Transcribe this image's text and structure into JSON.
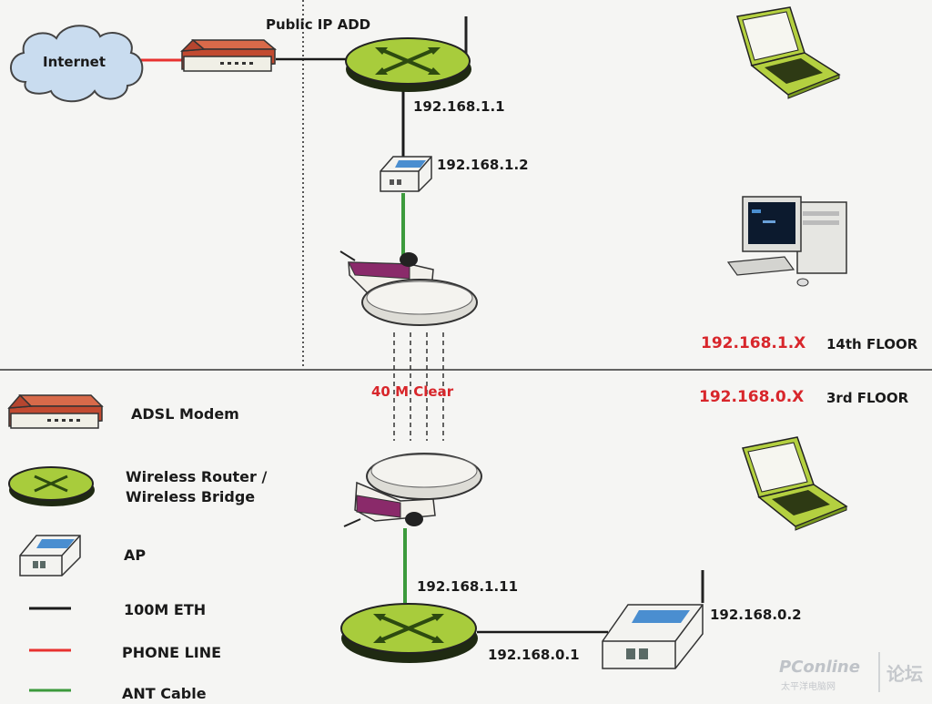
{
  "diagram": {
    "cloud": {
      "label": "Internet"
    },
    "public_ip": "Public IP ADD",
    "router_top_ip": "192.168.1.1",
    "ap_top_ip": "192.168.1.2",
    "link_label": "40 M Clear",
    "floor14": {
      "subnet": "192.168.1.X",
      "label": "14th FLOOR"
    },
    "floor3": {
      "subnet": "192.168.0.X",
      "label": "3rd FLOOR"
    },
    "router_bottom_ip_a": "192.168.1.11",
    "router_bottom_ip_b": "192.168.0.1",
    "ap_bottom_ip": "192.168.0.2"
  },
  "legend": {
    "adsl": "ADSL Modem",
    "router_line1": "Wireless Router /",
    "router_line2": "Wireless Bridge",
    "ap": "AP",
    "eth": "100M ETH",
    "phone": "PHONE LINE",
    "ant": "ANT Cable"
  },
  "colors": {
    "eth": "#1a1a1a",
    "phone": "#e8312f",
    "ant": "#3c9a3c",
    "router": "#a8cc3c",
    "laptop": "#b4d040",
    "modem": "#b5452f",
    "subnet": "#d8262b"
  },
  "watermark": {
    "brand": "PConline",
    "forum": "论坛",
    "sub": "太平洋电脑网"
  }
}
